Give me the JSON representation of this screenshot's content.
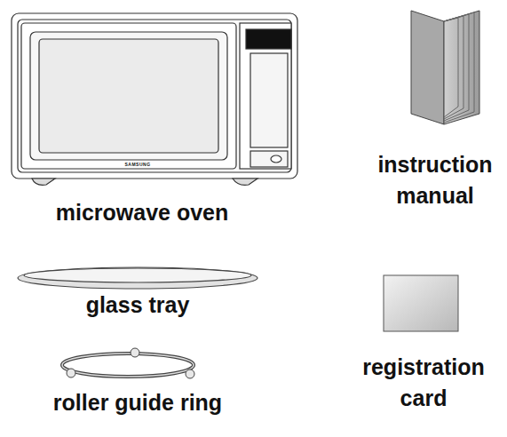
{
  "diagram": {
    "labels": [
      "microwave oven",
      "instruction manual",
      "glass tray",
      "roller guide ring",
      "registration card",
      "SAMSUNG"
    ]
  }
}
